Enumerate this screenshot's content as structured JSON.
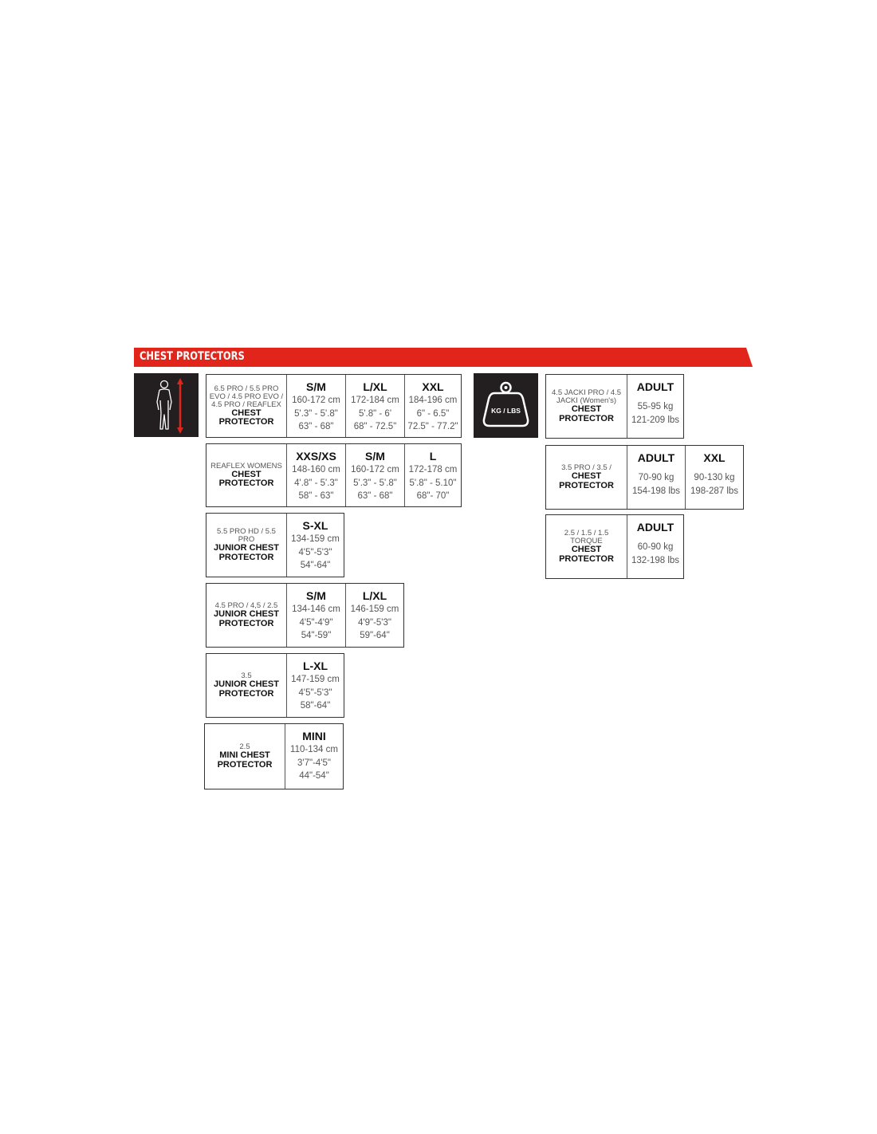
{
  "banner": {
    "title": "CHEST PROTECTORS",
    "color": "#e1251b"
  },
  "icons": {
    "height_icon": "person-height-icon",
    "weight_icon": "weight-kg-lbs-icon",
    "weight_label": "KG / LBS"
  },
  "height_tables": [
    {
      "model": "6.5 PRO / 5.5 PRO EVO / 4.5 PRO EVO / 4.5 PRO / REAFLEX",
      "type": "CHEST PROTECTOR",
      "sizes": [
        {
          "size": "S/M",
          "cm": "160-172 cm",
          "ft": "5'.3\" - 5'.8\"",
          "inch": "63\" - 68\""
        },
        {
          "size": "L/XL",
          "cm": "172-184 cm",
          "ft": "5'.8\" - 6'",
          "inch": "68\" - 72.5\""
        },
        {
          "size": "XXL",
          "cm": "184-196 cm",
          "ft": "6\" - 6.5\"",
          "inch": "72.5\" - 77.2\""
        }
      ]
    },
    {
      "model": "REAFLEX WOMENS",
      "type": "CHEST PROTECTOR",
      "sizes": [
        {
          "size": "XXS/XS",
          "cm": "148-160 cm",
          "ft": "4'.8\" - 5'.3\"",
          "inch": "58\" - 63\""
        },
        {
          "size": "S/M",
          "cm": "160-172 cm",
          "ft": "5'.3\" - 5'.8\"",
          "inch": "63\" - 68\""
        },
        {
          "size": "L",
          "cm": "172-178 cm",
          "ft": "5'.8\" - 5.10\"",
          "inch": "68\"- 70\""
        }
      ]
    },
    {
      "model": "5.5 PRO HD / 5.5 PRO",
      "type": "JUNIOR CHEST PROTECTOR",
      "sizes": [
        {
          "size": "S-XL",
          "cm": "134-159 cm",
          "ft": "4'5\"-5'3\"",
          "inch": "54\"-64\""
        }
      ]
    },
    {
      "model": "4.5 PRO / 4,5 / 2.5",
      "type": "JUNIOR CHEST PROTECTOR",
      "sizes": [
        {
          "size": "S/M",
          "cm": "134-146 cm",
          "ft": "4'5\"-4'9\"",
          "inch": "54\"-59\""
        },
        {
          "size": "L/XL",
          "cm": "146-159 cm",
          "ft": "4'9\"-5'3\"",
          "inch": "59\"-64\""
        }
      ]
    },
    {
      "model": "3.5",
      "type": "JUNIOR CHEST PROTECTOR",
      "sizes": [
        {
          "size": "L-XL",
          "cm": "147-159 cm",
          "ft": "4'5\"-5'3\"",
          "inch": "58\"-64\""
        }
      ]
    },
    {
      "model": "2.5",
      "type": "MINI CHEST PROTECTOR",
      "sizes": [
        {
          "size": "MINI",
          "cm": "110-134 cm",
          "ft": "3'7\"-4'5\"",
          "inch": "44\"-54\""
        }
      ]
    }
  ],
  "weight_tables": [
    {
      "model": "4.5 JACKI PRO / 4.5 JACKI (Women's)",
      "type": "CHEST PROTECTOR",
      "sizes": [
        {
          "size": "ADULT",
          "kg": "55-95 kg",
          "lbs": "121-209 lbs"
        }
      ]
    },
    {
      "model": "3.5 PRO / 3.5 /",
      "type": "CHEST PROTECTOR",
      "sizes": [
        {
          "size": "ADULT",
          "kg": "70-90 kg",
          "lbs": "154-198 lbs"
        },
        {
          "size": "XXL",
          "kg": "90-130 kg",
          "lbs": "198-287 lbs"
        }
      ]
    },
    {
      "model": "2.5 / 1.5 / 1.5 TORQUE",
      "type": "CHEST PROTECTOR",
      "sizes": [
        {
          "size": "ADULT",
          "kg": "60-90 kg",
          "lbs": "132-198 lbs"
        }
      ]
    }
  ]
}
